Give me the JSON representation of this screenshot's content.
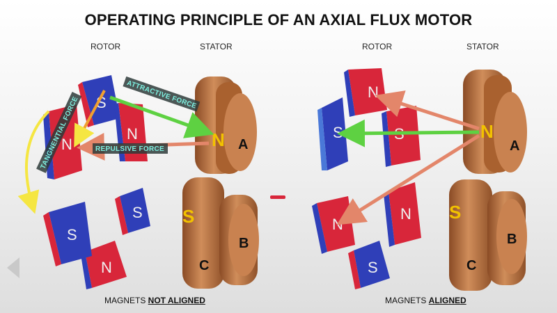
{
  "title": "OPERATING PRINCIPLE OF AN AXIAL FLUX MOTOR",
  "left": {
    "rotor_label": "ROTOR",
    "stator_label": "STATOR",
    "caption_prefix": "MAGNETS ",
    "caption_emph": "NOT ALIGNED",
    "forces": {
      "attractive": "ATTRACTIVE FORCE",
      "tangential": "TANGNENTIAL FORCE",
      "repulsive": "REPULSIVE FORCE"
    },
    "magnet_labels": [
      "S",
      "N",
      "N",
      "N",
      "S",
      "S",
      "N"
    ],
    "phases": [
      "A",
      "B",
      "C"
    ],
    "poles": [
      "N",
      "S"
    ]
  },
  "right": {
    "rotor_label": "ROTOR",
    "stator_label": "STATOR",
    "caption_prefix": "MAGNETS ",
    "caption_emph": "ALIGNED",
    "magnet_labels": [
      "N",
      "S",
      "N",
      "N",
      "S",
      "S"
    ],
    "phases": [
      "A",
      "B",
      "C"
    ],
    "poles": [
      "N",
      "S"
    ]
  },
  "colors": {
    "magnet_red": "#d8263a",
    "magnet_blue": "#2f3fb8",
    "copper": "#b8703f",
    "attractive_arrow": "#5ed142",
    "repulsive_arrow": "#e3866a",
    "tangential_arrow": "#f5e642",
    "pole_text": "#f2c200"
  }
}
